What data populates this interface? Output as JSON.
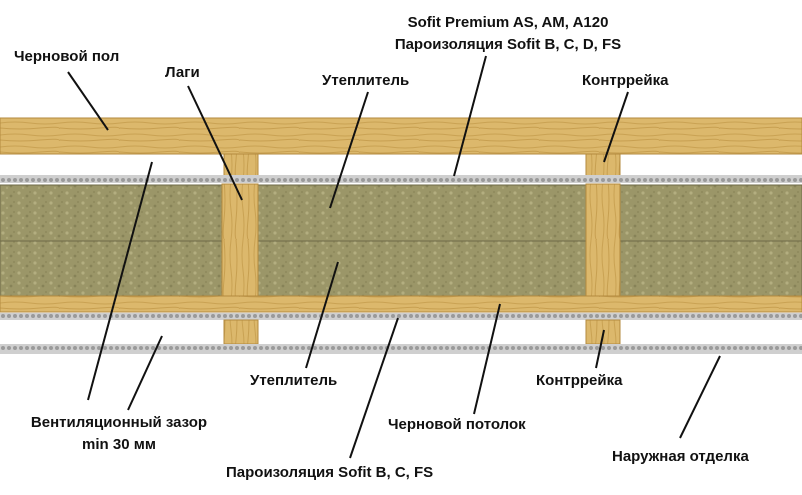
{
  "labels": {
    "rough_floor": "Черновой пол",
    "joists": "Лаги",
    "insulation_top": "Утеплитель",
    "sofit_premium": "Sofit Premium AS, AM, A120",
    "vapor_barrier_top": "Пароизоляция Sofit B, C, D, FS",
    "counter_batten_top": "Контррейка",
    "insulation_bottom": "Утеплитель",
    "counter_batten_bottom": "Контррейка",
    "ventilation_gap_line1": "Вентиляционный зазор",
    "ventilation_gap_line2": "min 30 мм",
    "rough_ceiling": "Черновой потолок",
    "vapor_barrier_bottom": "Пароизоляция Sofit B, C, FS",
    "exterior_finish": "Наружная отделка"
  },
  "colors": {
    "wood": "#dcb86c",
    "wood_dark": "#b38a3e",
    "insulation": "#9b9668",
    "insulation_light": "#b3ae80",
    "membrane": "#b7b7b7",
    "leader_line": "#111111"
  }
}
